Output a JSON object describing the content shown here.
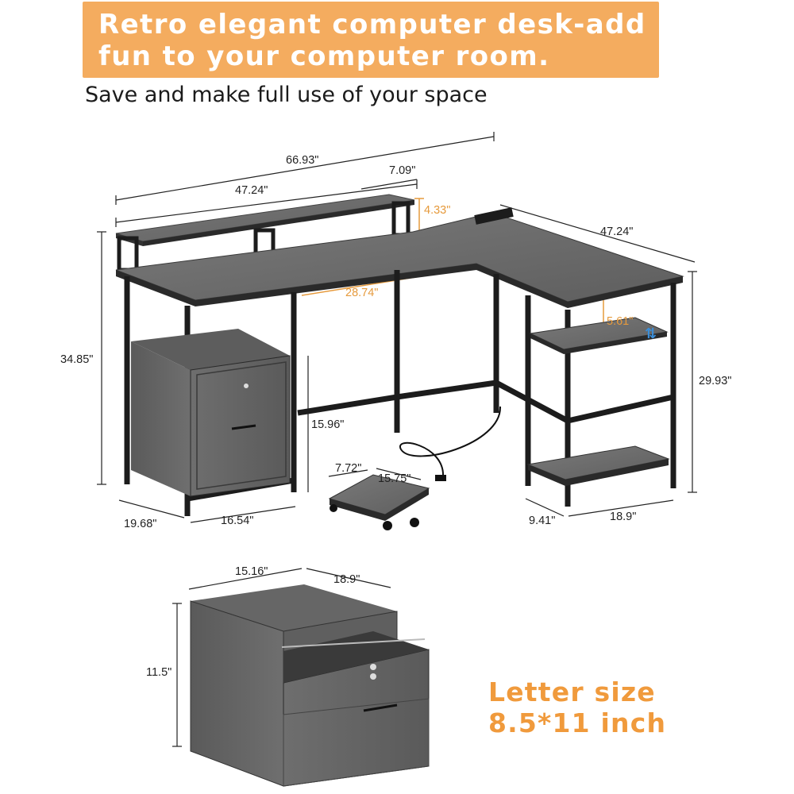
{
  "banner": {
    "line1": "Retro elegant computer desk-add",
    "line2": "fun to your computer room."
  },
  "subtitle": "Save and make full use of your space",
  "dimensions": {
    "total_width": "66.93\"",
    "desk_width": "47.24\"",
    "monitor_depth": "7.09\"",
    "monitor_height": "4.33\"",
    "side_length": "47.24\"",
    "inner_width": "28.74\"",
    "shelf_gap": "5.61\"",
    "desk_height": "34.85\"",
    "side_height": "29.93\"",
    "legroom_height": "15.96\"",
    "stand_depth": "7.72\"",
    "stand_width": "15.75\"",
    "desk_depth": "19.68\"",
    "cabinet_base_width": "16.54\"",
    "side_depth": "9.41\"",
    "side_width": "18.9\"",
    "cabinet_width": "15.16\"",
    "cabinet_depth": "18.9\"",
    "cabinet_height": "11.5\""
  },
  "letter": {
    "line1": "Letter size",
    "line2": "8.5*11 inch"
  },
  "colors": {
    "banner": "#f4ac5f",
    "accent_orange": "#f09a3c",
    "wood": "#6b6b6b",
    "frame": "#1c1c1c"
  }
}
